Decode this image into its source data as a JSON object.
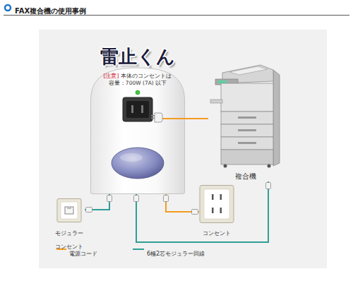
{
  "diagram": {
    "title": "FAX複合機の使用事例",
    "nodes": [
      {
        "text": [
          "雷止くん",
          "[注意]",
          "本体のコンセントは 容量：700W (7A) 以下"
        ]
      },
      {
        "text": [
          "複合機"
        ]
      },
      {
        "text": [
          "モジュラー コンセント"
        ]
      },
      {
        "text": [
          "コンセント"
        ]
      }
    ],
    "edges": [
      {
        "from": 0,
        "to": 1,
        "arrow": "none"
      },
      {
        "from": 0,
        "to": 3,
        "arrow": "none"
      },
      {
        "from": 2,
        "to": 0,
        "arrow": "none"
      },
      {
        "from": 0,
        "to": 1,
        "arrow": "none"
      }
    ],
    "legend": [
      {
        "text": "電源コード"
      },
      {
        "text": "6極2芯モジュラー回線"
      }
    ]
  }
}
